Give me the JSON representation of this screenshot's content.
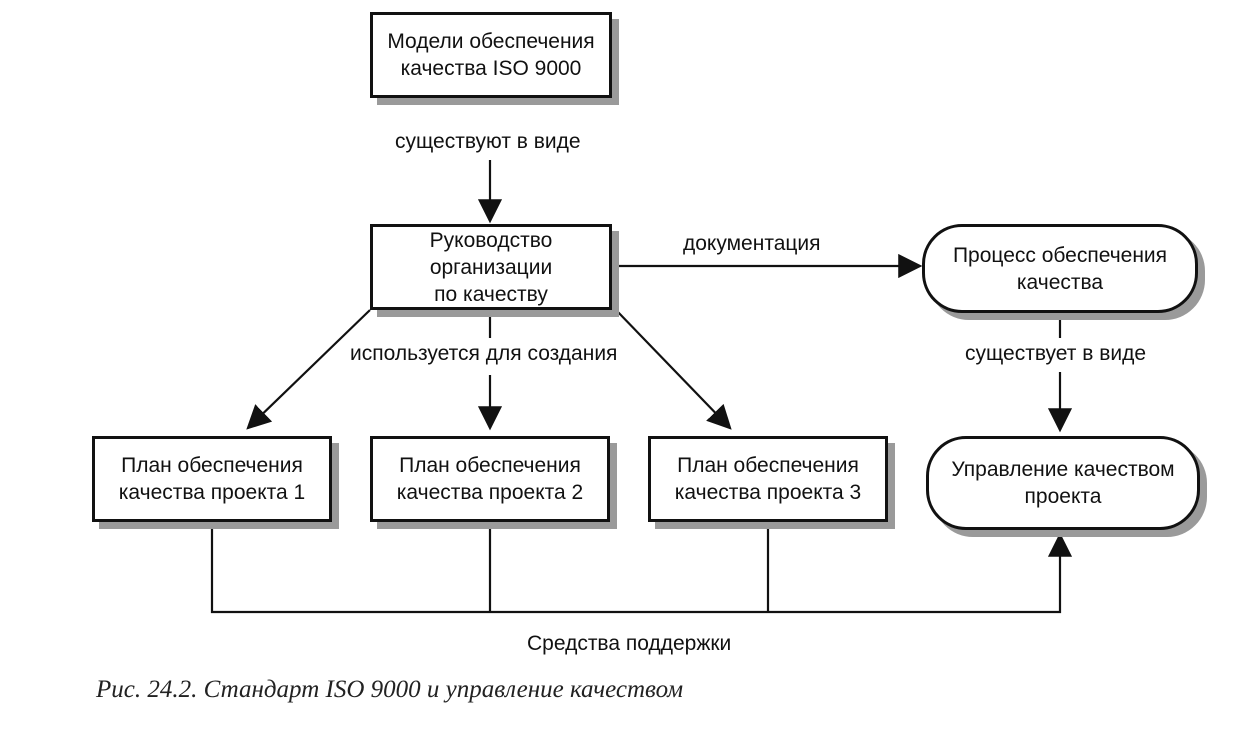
{
  "diagram": {
    "nodes": {
      "iso_models": "Модели обеспечения\nкачества ISO 9000",
      "quality_manual": "Руководство\nорганизации\nпо качеству",
      "qa_process": "Процесс обеспечения\nкачества",
      "plan1": "План обеспечения\nкачества проекта 1",
      "plan2": "План обеспечения\nкачества проекта 2",
      "plan3": "План обеспечения\nкачества проекта 3",
      "quality_mgmt": "Управление качеством\nпроекта"
    },
    "edge_labels": {
      "exist_as": "существуют в виде",
      "documentation": "документация",
      "used_to_create": "используется для создания",
      "exists_as": "существует в виде",
      "support_tools": "Средства поддержки"
    },
    "caption": "Рис. 24.2. Стандарт ISO 9000 и управление качеством"
  }
}
